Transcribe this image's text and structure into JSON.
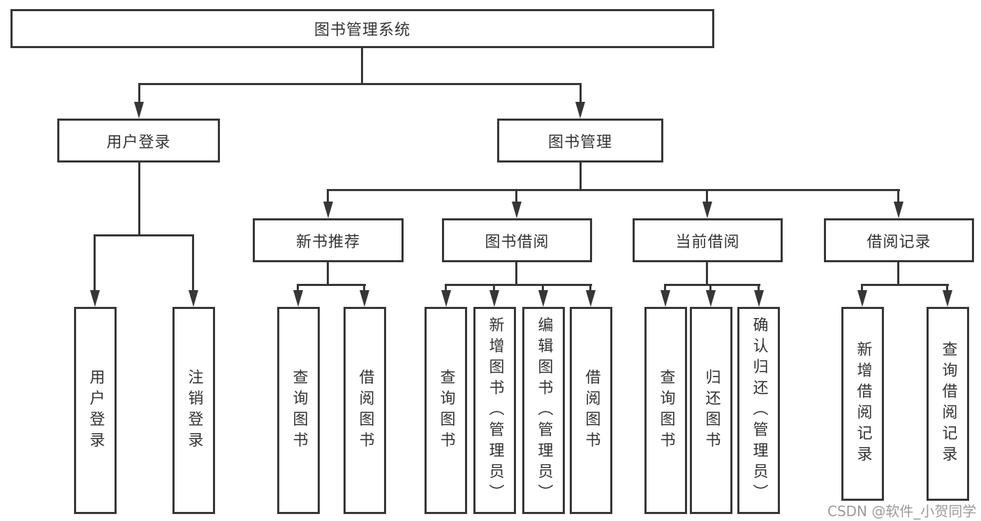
{
  "diagram": {
    "title": "图书管理系统",
    "line_color": "#363636",
    "text_color": "#333333",
    "root": {
      "label": "图书管理系统"
    },
    "level2": [
      {
        "label": "用户登录"
      },
      {
        "label": "图书管理"
      }
    ],
    "level3": [
      {
        "label": "新书推荐"
      },
      {
        "label": "图书借阅"
      },
      {
        "label": "当前借阅"
      },
      {
        "label": "借阅记录"
      }
    ],
    "leaves": [
      {
        "label": "用户登录"
      },
      {
        "label": "注销登录"
      },
      {
        "label": "查询图书"
      },
      {
        "label": "借阅图书"
      },
      {
        "label": "查询图书"
      },
      {
        "label": "新增图书（管理员）"
      },
      {
        "label": "编辑图书（管理员）"
      },
      {
        "label": "借阅图书"
      },
      {
        "label": "查询图书"
      },
      {
        "label": "归还图书"
      },
      {
        "label": "确认归还（管理员）"
      },
      {
        "label": "新增借阅记录"
      },
      {
        "label": "查询借阅记录"
      }
    ],
    "watermark": "CSDN @软件_小贺同学"
  }
}
